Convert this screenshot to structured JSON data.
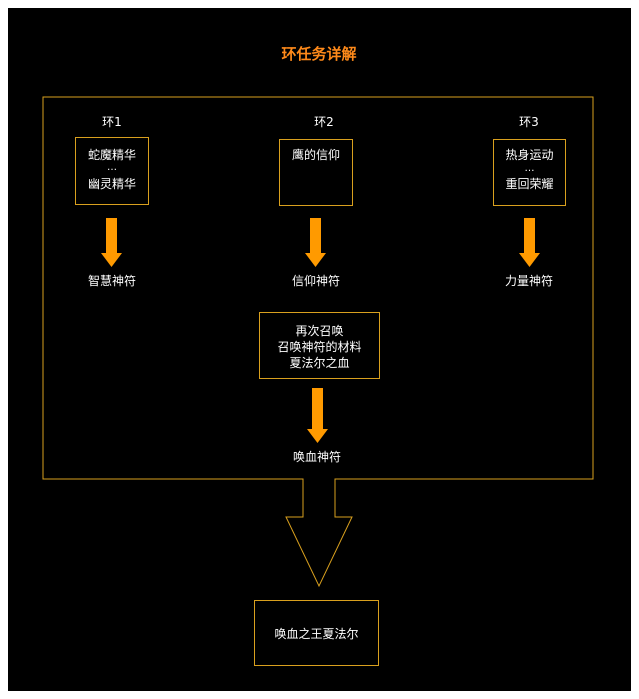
{
  "title": "环任务详解",
  "rings": [
    {
      "label": "环1",
      "items": [
        "蛇魔精华",
        "…",
        "幽灵精华"
      ],
      "result": "智慧神符"
    },
    {
      "label": "环2",
      "items": [
        "鹰的信仰"
      ],
      "result": "信仰神符"
    },
    {
      "label": "环3",
      "items": [
        "热身运动",
        "…",
        "重回荣耀"
      ],
      "result": "力量神符"
    }
  ],
  "summon": {
    "items": [
      "再次召唤",
      "召唤神符的材料",
      "夏法尔之血"
    ],
    "result": "唤血神符"
  },
  "final": "唤血之王夏法尔",
  "colors": {
    "background": "#000000",
    "border": "#d9a01e",
    "arrow": "#ff9a00",
    "title": "#ff8a1a",
    "text": "#ffffff"
  }
}
